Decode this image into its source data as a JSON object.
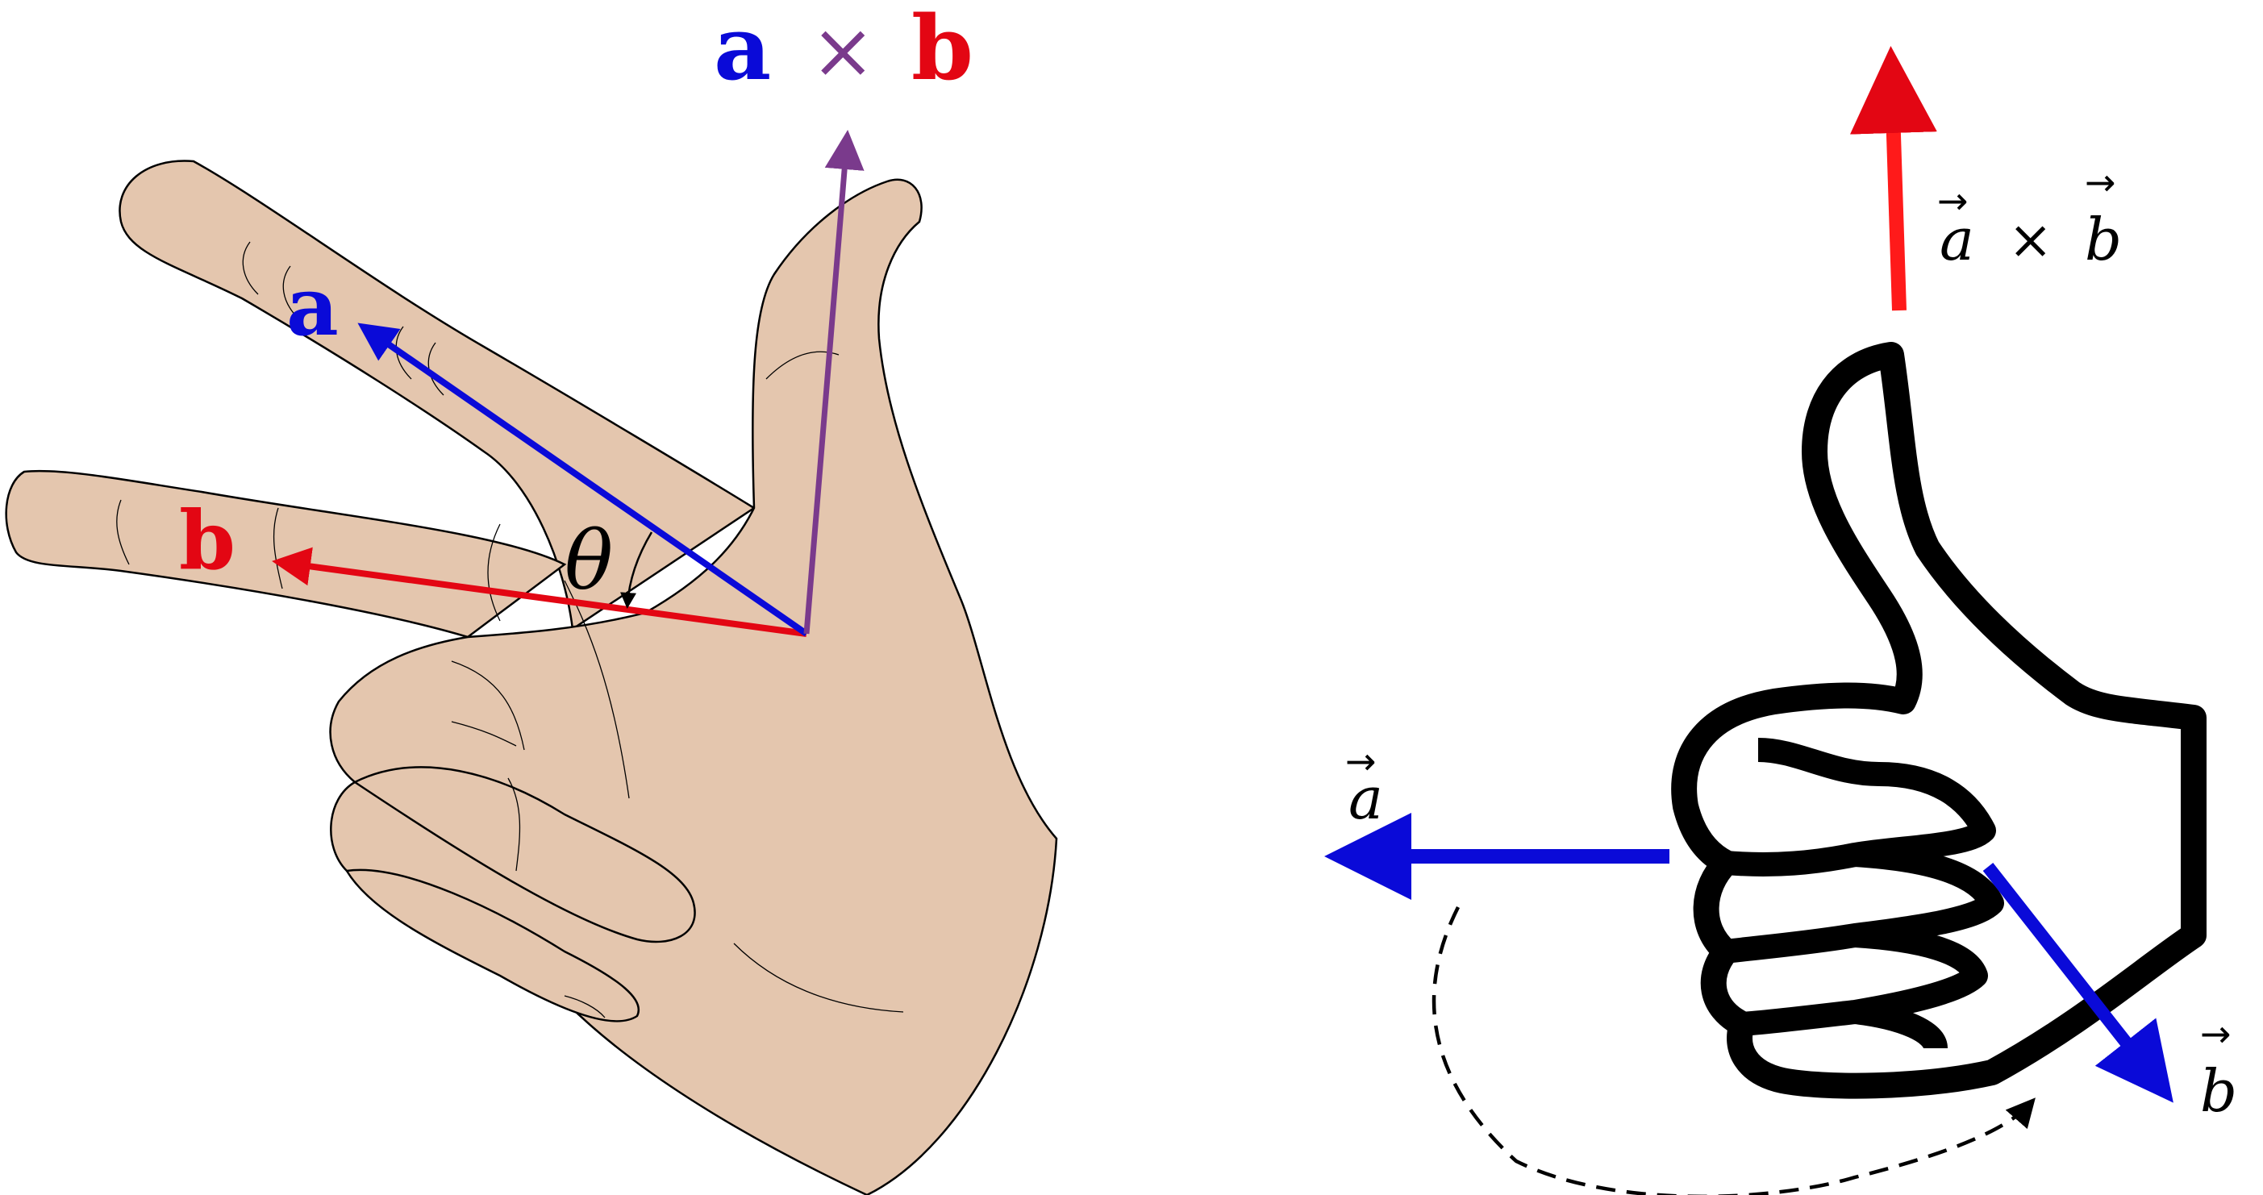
{
  "colors": {
    "skin": "#e4c6ae",
    "outline": "#000000",
    "vector_a": "#0a0ad8",
    "vector_b": "#e30613",
    "cross_left": "#7a3a8c",
    "cross_right": "#ff1a1a",
    "background": "#ffffff"
  },
  "left_figure": {
    "label_a": "a",
    "label_b": "b",
    "label_theta": "θ",
    "label_cross_a": "a",
    "label_cross_times": "×",
    "label_cross_b": "b"
  },
  "right_figure": {
    "label_a": "a",
    "label_b": "b",
    "label_cross_a": "a",
    "label_cross_times": "×",
    "label_cross_b": "b",
    "vector_arrow_glyph": "→"
  }
}
